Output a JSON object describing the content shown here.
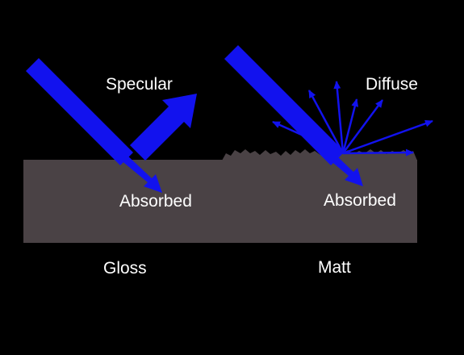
{
  "labels": {
    "specular": "Specular",
    "diffuse": "Diffuse",
    "absorbed_gloss": "Absorbed",
    "absorbed_matt": "Absorbed",
    "gloss": "Gloss",
    "matt": "Matt"
  },
  "colors": {
    "background": "#000000",
    "surface": "#4a4245",
    "light": "#1212ee",
    "text": "#ffffff"
  }
}
